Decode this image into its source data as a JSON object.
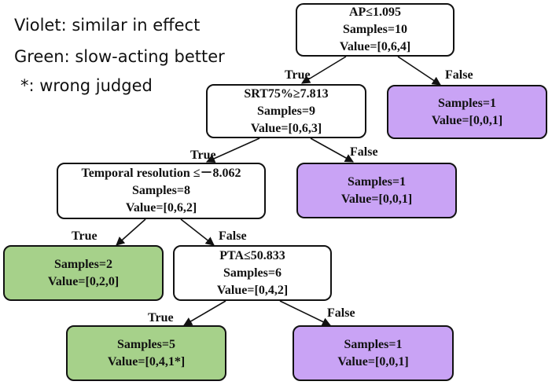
{
  "legend": {
    "violet": "Violet: similar in effect",
    "green": "Green: slow-acting better",
    "star": "*: wrong judged"
  },
  "colors": {
    "violet": "#c9a3f5",
    "green": "#a6d18a",
    "white": "#ffffff"
  },
  "nodes": {
    "root": {
      "line1": "AP≤1.095",
      "line2": "Samples=10",
      "line3": "Value=[0,6,4]"
    },
    "srt": {
      "line1": "SRT75%≥7.813",
      "line2": "Samples=9",
      "line3": "Value=[0,6,3]"
    },
    "leafA": {
      "line1": "Samples=1",
      "line2": "Value=[0,0,1]"
    },
    "temp": {
      "line1": "Temporal resolution ≤－8.062",
      "line2": "Samples=8",
      "line3": "Value=[0,6,2]"
    },
    "leafB": {
      "line1": "Samples=1",
      "line2": "Value=[0,0,1]"
    },
    "leafC": {
      "line1": "Samples=2",
      "line2": "Value=[0,2,0]"
    },
    "pta": {
      "line1": "PTA≤50.833",
      "line2": "Samples=6",
      "line3": "Value=[0,4,2]"
    },
    "leafD": {
      "line1": "Samples=5",
      "line2": "Value=[0,4,1*]"
    },
    "leafE": {
      "line1": "Samples=1",
      "line2": "Value=[0,0,1]"
    }
  },
  "edges": {
    "root_true": "True",
    "root_false": "False",
    "srt_true": "True",
    "srt_false": "False",
    "temp_true": "True",
    "temp_false": "False",
    "pta_true": "True",
    "pta_false": "False"
  }
}
